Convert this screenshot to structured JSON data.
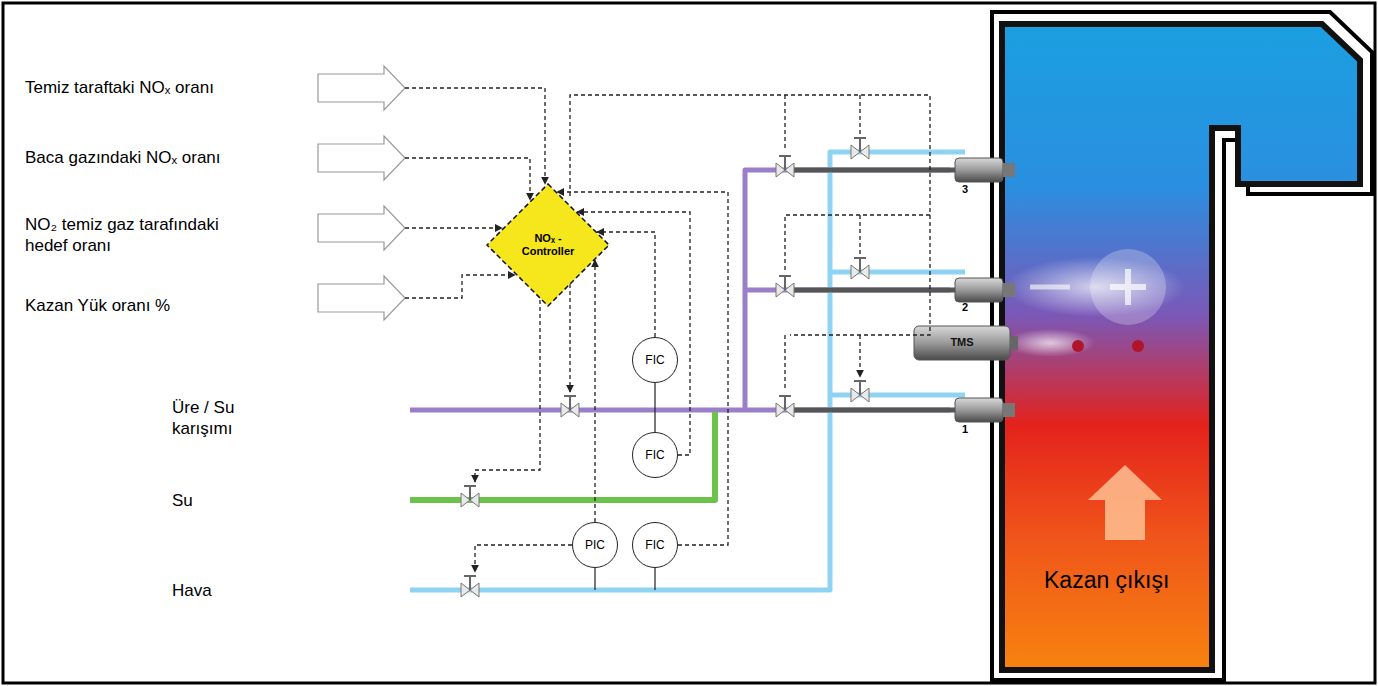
{
  "diagram": {
    "nodes": [
      {
        "text": [
          "NOₓ - Controller"
        ]
      },
      {
        "text": [
          "FIC"
        ]
      },
      {
        "text": [
          "FIC"
        ]
      },
      {
        "text": [
          "PIC"
        ]
      },
      {
        "text": [
          "FIC"
        ]
      },
      {
        "text": [
          "TMS"
        ]
      }
    ],
    "edges": [
      {
        "from": 1,
        "to": 0,
        "arrow": "to"
      },
      {
        "from": 2,
        "to": 0,
        "arrow": "to"
      },
      {
        "from": 3,
        "to": 0,
        "arrow": "to"
      },
      {
        "from": 4,
        "to": 0,
        "arrow": "to"
      }
    ],
    "labels": [
      "Temiz taraftaki NOₓ oranı",
      "Baca gazındaki NOₓ oranı",
      "NO₂ temiz gaz tarafındaki hedef oranı",
      "Kazan Yük oranı %",
      "3",
      "2",
      "1",
      "Üre / Su karışımı",
      "Su",
      "Hava",
      "Kazan çıkışı"
    ]
  }
}
